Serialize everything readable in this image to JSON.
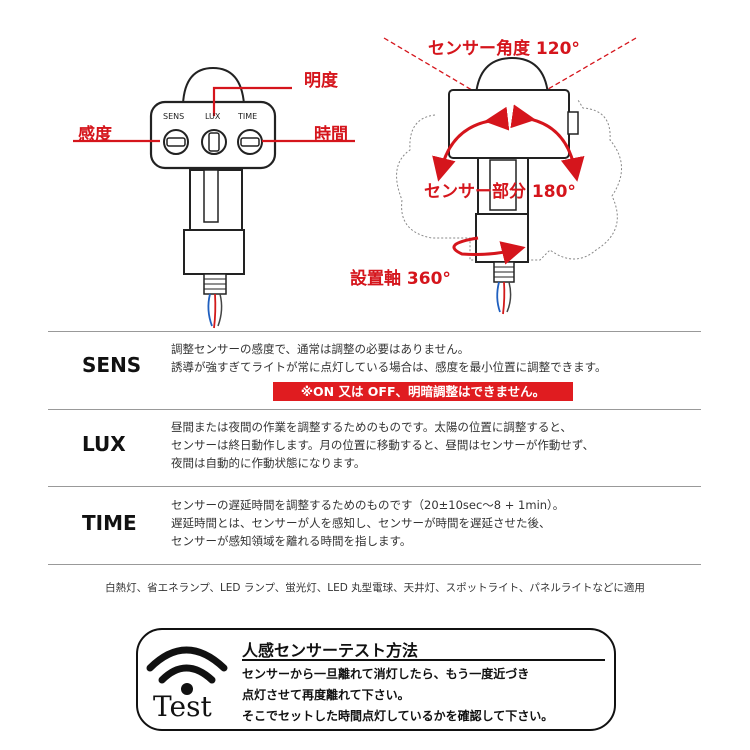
{
  "diagram": {
    "left_labels": {
      "brightness": "明度",
      "sensitivity": "感度",
      "time": "時間"
    },
    "dial_labels": [
      "SENS",
      "LUX",
      "TIME"
    ],
    "right_labels": {
      "sensor_angle": "センサー角度 120°",
      "sensor_part": "センサー部分 180°",
      "mount_axis": "設置軸 360°"
    }
  },
  "rows": [
    {
      "heading": "SENS",
      "lines": [
        "調整センサーの感度で、通常は調整の必要はありません。",
        "誘導が強すぎてライトが常に点灯している場合は、感度を最小位置に調整できます。"
      ],
      "warning": "※ON 又は OFF、明暗調整はできません。"
    },
    {
      "heading": "LUX",
      "lines": [
        "昼間または夜間の作業を調整するためのものです。太陽の位置に調整すると、",
        "センサーは終日動作します。月の位置に移動すると、昼間はセンサーが作動せず、",
        "夜間は自動的に作動状態になります。"
      ]
    },
    {
      "heading": "TIME",
      "lines": [
        "センサーの遅延時間を調整するためのものです（20±10sec〜8 + 1min）。",
        "遅延時間とは、センサーが人を感知し、センサーが時間を遅延させた後、",
        "センサーが感知領域を離れる時間を指します。"
      ]
    }
  ],
  "compatible_uses": "白熱灯、省エネランプ、LED ランプ、蛍光灯、LED 丸型電球、天井灯、スポットライト、パネルライトなどに適用",
  "test_box": {
    "title": "人感センサーテスト方法",
    "lines": [
      "センサーから一旦離れて消灯したら、もう一度近づき",
      "点灯させて再度離れて下さい。",
      "そこでセットした時間点灯しているかを確認して下さい。"
    ],
    "icon_label": "Test",
    "icon": "wifi-signal-icon"
  },
  "colors": {
    "accent_red": "#d5151c",
    "warning_bg": "#e01c20"
  }
}
